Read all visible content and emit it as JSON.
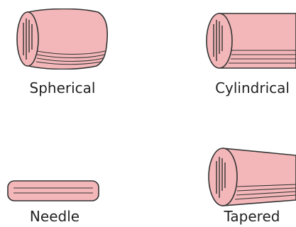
{
  "colors": {
    "fill": "#f4b7b9",
    "outline": "#333333"
  },
  "rollers": [
    {
      "label": "Spherical",
      "icon": "spherical-roller-icon"
    },
    {
      "label": "Cylindrical",
      "icon": "cylindrical-roller-icon"
    },
    {
      "label": "Needle",
      "icon": "needle-roller-icon"
    },
    {
      "label": "Tapered",
      "icon": "tapered-roller-icon"
    }
  ]
}
